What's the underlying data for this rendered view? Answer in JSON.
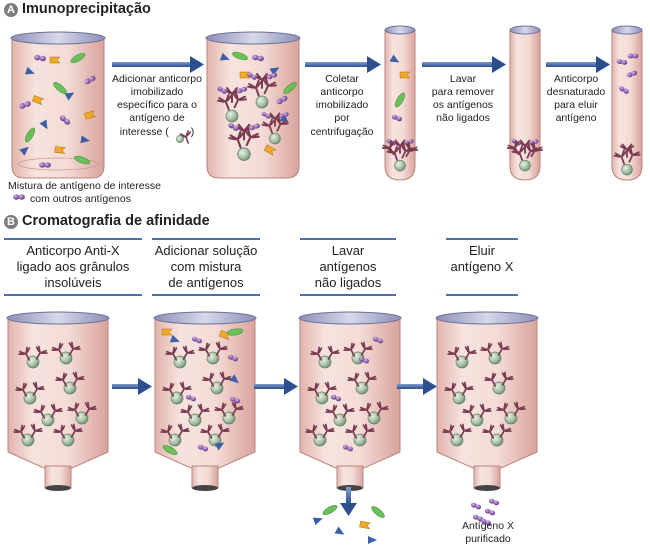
{
  "section_a": {
    "letter": "A",
    "title": "Imunoprecipitação",
    "mixture_line1": "Mistura de antígeno de interesse",
    "mixture_line2": "com outros antígenos",
    "step1": [
      "Adicionar anticorpo",
      "imobilizado",
      "específico para o",
      "antígeno de",
      "interesse ("
    ],
    "step1_close": ")",
    "step2": [
      "Coletar",
      "anticorpo",
      "imobilizado",
      "por",
      "centrifugação"
    ],
    "step3": [
      "Lavar",
      "para remover",
      "os antígenos",
      "não ligados"
    ],
    "step4": [
      "Anticorpo",
      "desnaturado",
      "para eluir",
      "antígeno"
    ]
  },
  "section_b": {
    "letter": "B",
    "title": "Cromatografia de afinidade",
    "label1": [
      "Anticorpo Anti-X",
      "ligado aos grânulos",
      "insolúveis"
    ],
    "label2": [
      "Adicionar solução",
      "com mistura",
      "de antígenos"
    ],
    "label3": [
      "Lavar",
      "antígenos",
      "não ligados"
    ],
    "label4": [
      "Eluir",
      "antígeno X"
    ],
    "purified": [
      "Antígeno X",
      "purificado"
    ]
  },
  "colors": {
    "liquid": "#f2d8d2",
    "bead": "#a9c2a8",
    "antibody": "#7a3a52",
    "antigen": "#6a3a8a",
    "arrow": "#3e5f9e",
    "label_rule": "#4a6fa8"
  }
}
